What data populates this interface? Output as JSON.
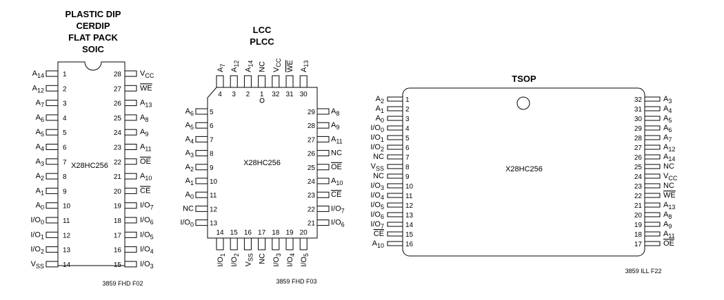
{
  "dip": {
    "title_lines": [
      "PLASTIC DIP",
      "CERDIP",
      "FLAT PACK",
      "SOIC"
    ],
    "chip": "X28HC256",
    "figure": "3859 FHD F02",
    "left": [
      {
        "n": "1",
        "b": "A",
        "s": "14",
        "ov": false,
        "sub": false
      },
      {
        "n": "2",
        "b": "A",
        "s": "12",
        "ov": false
      },
      {
        "n": "3",
        "b": "A",
        "s": "7",
        "ov": false
      },
      {
        "n": "4",
        "b": "A",
        "s": "6",
        "ov": false
      },
      {
        "n": "5",
        "b": "A",
        "s": "5",
        "ov": false
      },
      {
        "n": "6",
        "b": "A",
        "s": "4",
        "ov": false
      },
      {
        "n": "7",
        "b": "A",
        "s": "3",
        "ov": false
      },
      {
        "n": "8",
        "b": "A",
        "s": "2",
        "ov": false
      },
      {
        "n": "9",
        "b": "A",
        "s": "1",
        "ov": false
      },
      {
        "n": "10",
        "b": "A",
        "s": "0",
        "ov": false
      },
      {
        "n": "11",
        "b": "I/O",
        "s": "0",
        "ov": false
      },
      {
        "n": "12",
        "b": "I/O",
        "s": "1",
        "ov": false
      },
      {
        "n": "13",
        "b": "I/O",
        "s": "2",
        "ov": false
      },
      {
        "n": "14",
        "b": "V",
        "s": "SS",
        "ov": false
      }
    ],
    "right": [
      {
        "n": "28",
        "b": "V",
        "s": "CC",
        "ov": false
      },
      {
        "n": "27",
        "b": "WE",
        "s": "",
        "ov": true
      },
      {
        "n": "26",
        "b": "A",
        "s": "13",
        "ov": false
      },
      {
        "n": "25",
        "b": "A",
        "s": "8",
        "ov": false
      },
      {
        "n": "24",
        "b": "A",
        "s": "9",
        "ov": false
      },
      {
        "n": "23",
        "b": "A",
        "s": "11",
        "ov": false
      },
      {
        "n": "22",
        "b": "OE",
        "s": "",
        "ov": true
      },
      {
        "n": "21",
        "b": "A",
        "s": "10",
        "ov": false
      },
      {
        "n": "20",
        "b": "CE",
        "s": "",
        "ov": true
      },
      {
        "n": "19",
        "b": "I/O",
        "s": "7",
        "ov": false
      },
      {
        "n": "18",
        "b": "I/O",
        "s": "6",
        "ov": false
      },
      {
        "n": "17",
        "b": "I/O",
        "s": "5",
        "ov": false
      },
      {
        "n": "16",
        "b": "I/O",
        "s": "4",
        "ov": false
      },
      {
        "n": "15",
        "b": "I/O",
        "s": "3",
        "ov": false
      }
    ]
  },
  "lcc": {
    "title_lines": [
      "LCC",
      "PLCC"
    ],
    "chip": "X28HC256",
    "figure": "3859 FHD F03",
    "top": [
      {
        "n": "4",
        "b": "A",
        "s": "7",
        "ov": false
      },
      {
        "n": "3",
        "b": "A",
        "s": "12",
        "ov": false
      },
      {
        "n": "2",
        "b": "A",
        "s": "14",
        "ov": false
      },
      {
        "n": "1",
        "b": "NC",
        "s": "",
        "ov": false
      },
      {
        "n": "32",
        "b": "V",
        "s": "CC",
        "ov": false
      },
      {
        "n": "31",
        "b": "WE",
        "s": "",
        "ov": true
      },
      {
        "n": "30",
        "b": "A",
        "s": "13",
        "ov": false
      }
    ],
    "left": [
      {
        "n": "5",
        "b": "A",
        "s": "6",
        "ov": false
      },
      {
        "n": "6",
        "b": "A",
        "s": "5",
        "ov": false
      },
      {
        "n": "7",
        "b": "A",
        "s": "4",
        "ov": false
      },
      {
        "n": "8",
        "b": "A",
        "s": "3",
        "ov": false
      },
      {
        "n": "9",
        "b": "A",
        "s": "2",
        "ov": false
      },
      {
        "n": "10",
        "b": "A",
        "s": "1",
        "ov": false
      },
      {
        "n": "11",
        "b": "A",
        "s": "0",
        "ov": false
      },
      {
        "n": "12",
        "b": "NC",
        "s": "",
        "ov": false
      },
      {
        "n": "13",
        "b": "I/O",
        "s": "0",
        "ov": false
      }
    ],
    "right": [
      {
        "n": "29",
        "b": "A",
        "s": "8",
        "ov": false
      },
      {
        "n": "28",
        "b": "A",
        "s": "9",
        "ov": false
      },
      {
        "n": "27",
        "b": "A",
        "s": "11",
        "ov": false
      },
      {
        "n": "26",
        "b": "NC",
        "s": "",
        "ov": false
      },
      {
        "n": "25",
        "b": "OE",
        "s": "",
        "ov": true
      },
      {
        "n": "24",
        "b": "A",
        "s": "10",
        "ov": false
      },
      {
        "n": "23",
        "b": "CE",
        "s": "",
        "ov": true
      },
      {
        "n": "22",
        "b": "I/O",
        "s": "7",
        "ov": false
      },
      {
        "n": "21",
        "b": "I/O",
        "s": "6",
        "ov": false
      }
    ],
    "bottom": [
      {
        "n": "14",
        "b": "I/O",
        "s": "1",
        "ov": false
      },
      {
        "n": "15",
        "b": "I/O",
        "s": "2",
        "ov": false
      },
      {
        "n": "16",
        "b": "V",
        "s": "SS",
        "ov": false
      },
      {
        "n": "17",
        "b": "NC",
        "s": "",
        "ov": false
      },
      {
        "n": "18",
        "b": "I/O",
        "s": "3",
        "ov": false
      },
      {
        "n": "19",
        "b": "I/O",
        "s": "4",
        "ov": false
      },
      {
        "n": "20",
        "b": "I/O",
        "s": "5",
        "ov": false
      }
    ]
  },
  "tsop": {
    "title": "TSOP",
    "chip": "X28HC256",
    "figure": "3859 ILL F22",
    "left": [
      {
        "n": "1",
        "b": "A",
        "s": "2",
        "ov": false
      },
      {
        "n": "2",
        "b": "A",
        "s": "1",
        "ov": false
      },
      {
        "n": "3",
        "b": "A",
        "s": "0",
        "ov": false
      },
      {
        "n": "4",
        "b": "I/O",
        "s": "0",
        "ov": false
      },
      {
        "n": "5",
        "b": "I/O",
        "s": "1",
        "ov": false
      },
      {
        "n": "6",
        "b": "I/O",
        "s": "2",
        "ov": false
      },
      {
        "n": "7",
        "b": "NC",
        "s": "",
        "ov": false
      },
      {
        "n": "8",
        "b": "V",
        "s": "SS",
        "ov": false
      },
      {
        "n": "9",
        "b": "NC",
        "s": "",
        "ov": false
      },
      {
        "n": "10",
        "b": "I/O",
        "s": "3",
        "ov": false
      },
      {
        "n": "11",
        "b": "I/O",
        "s": "4",
        "ov": false
      },
      {
        "n": "12",
        "b": "I/O",
        "s": "5",
        "ov": false
      },
      {
        "n": "13",
        "b": "I/O",
        "s": "6",
        "ov": false
      },
      {
        "n": "14",
        "b": "I/O",
        "s": "7",
        "ov": false
      },
      {
        "n": "15",
        "b": "CE",
        "s": "",
        "ov": true
      },
      {
        "n": "16",
        "b": "A",
        "s": "10",
        "ov": false
      }
    ],
    "right": [
      {
        "n": "32",
        "b": "A",
        "s": "3",
        "ov": false
      },
      {
        "n": "31",
        "b": "A",
        "s": "4",
        "ov": false
      },
      {
        "n": "30",
        "b": "A",
        "s": "5",
        "ov": false
      },
      {
        "n": "29",
        "b": "A",
        "s": "6",
        "ov": false
      },
      {
        "n": "28",
        "b": "A",
        "s": "7",
        "ov": false
      },
      {
        "n": "27",
        "b": "A",
        "s": "12",
        "ov": false
      },
      {
        "n": "26",
        "b": "A",
        "s": "14",
        "ov": false
      },
      {
        "n": "25",
        "b": "NC",
        "s": "",
        "ov": false
      },
      {
        "n": "24",
        "b": "V",
        "s": "CC",
        "ov": false
      },
      {
        "n": "23",
        "b": "NC",
        "s": "",
        "ov": false
      },
      {
        "n": "22",
        "b": "WE",
        "s": "",
        "ov": true
      },
      {
        "n": "21",
        "b": "A",
        "s": "13",
        "ov": false
      },
      {
        "n": "20",
        "b": "A",
        "s": "8",
        "ov": false
      },
      {
        "n": "19",
        "b": "A",
        "s": "9",
        "ov": false
      },
      {
        "n": "18",
        "b": "A",
        "s": "11",
        "ov": false
      },
      {
        "n": "17",
        "b": "OE",
        "s": "",
        "ov": true
      }
    ]
  }
}
